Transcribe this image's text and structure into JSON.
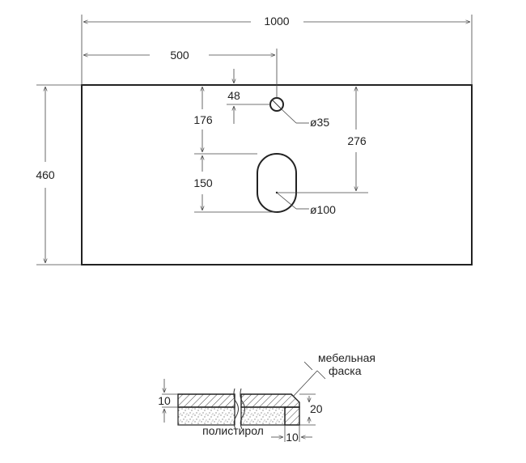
{
  "top_view": {
    "width_total": "1000",
    "width_half": "500",
    "height": "460",
    "hole_offset_top": "48",
    "hole_to_oval": "176",
    "oval_height": "150",
    "hole_to_oval_center": "276",
    "hole_diameter": "ø35",
    "oval_diameter": "ø100"
  },
  "section_view": {
    "thickness_top": "10",
    "edge_height": "20",
    "edge_thickness": "10",
    "label_chamfer_line1": "мебельная",
    "label_chamfer_line2": "фаска",
    "label_core": "полистирол"
  }
}
